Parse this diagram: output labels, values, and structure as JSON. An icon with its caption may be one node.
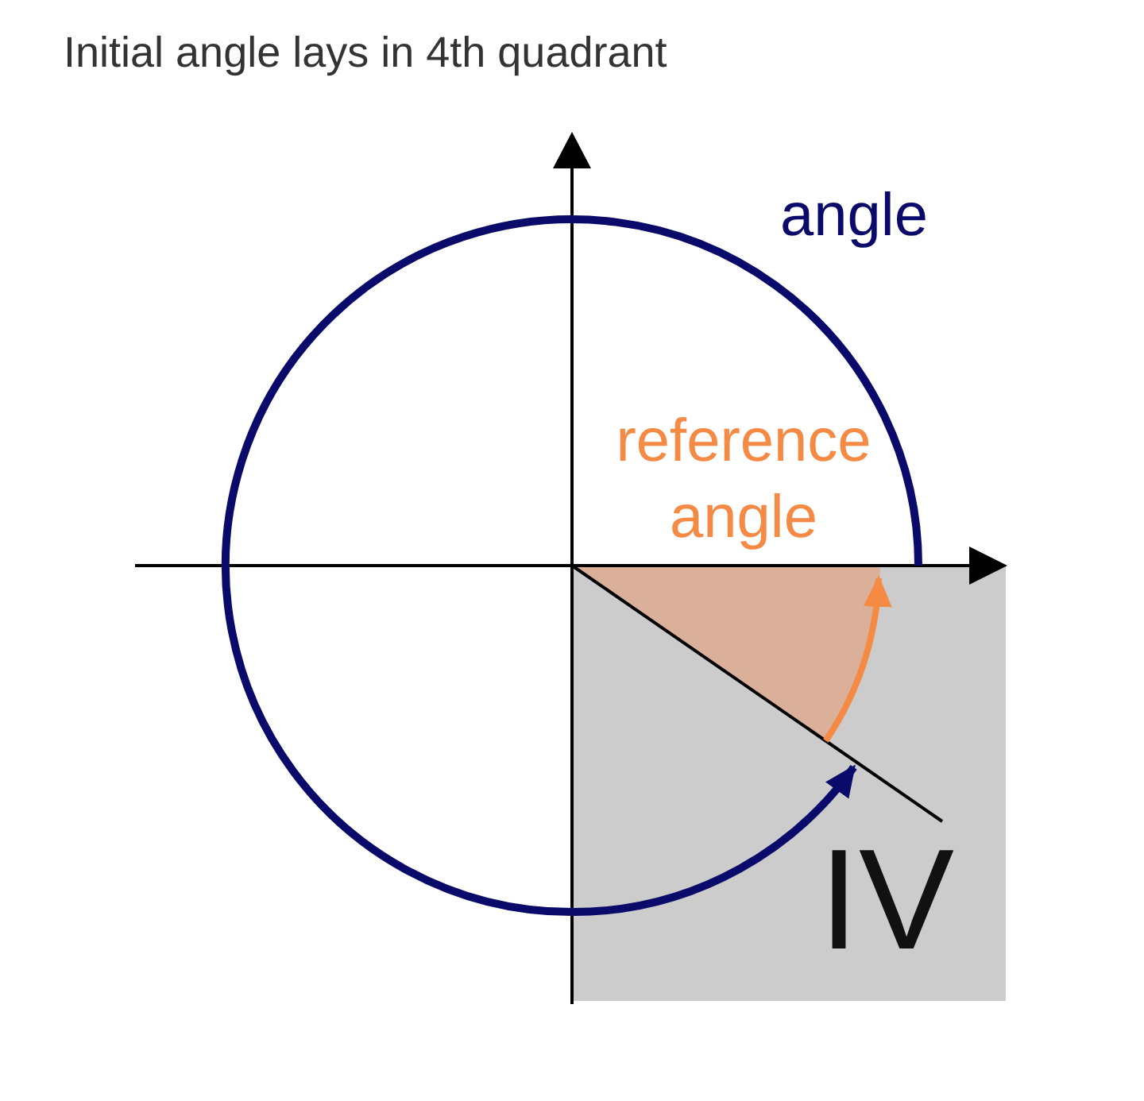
{
  "diagram": {
    "title": "Initial angle lays in 4th quadrant",
    "labels": [
      "angle",
      "reference angle",
      "IV"
    ]
  }
}
